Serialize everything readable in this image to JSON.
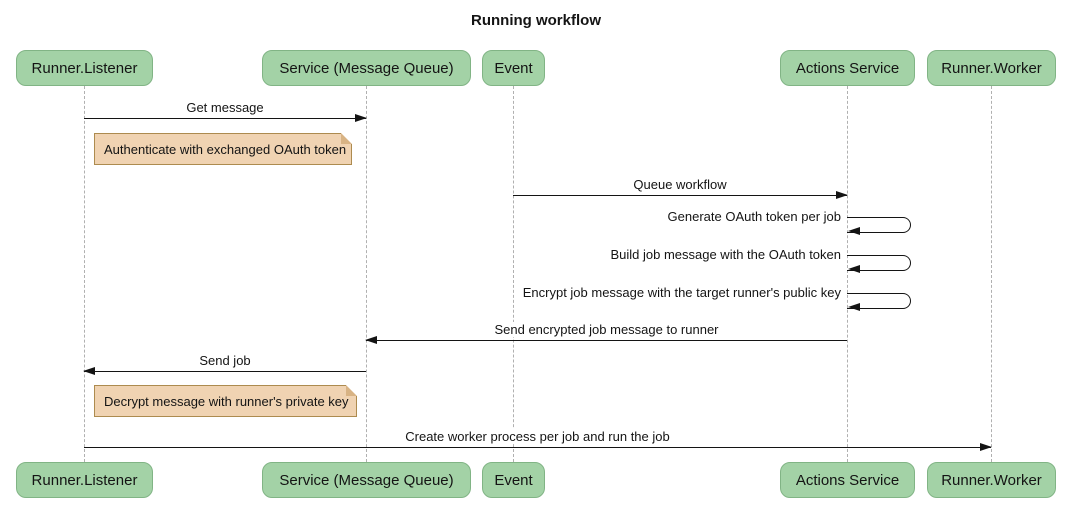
{
  "title": "Running workflow",
  "diagram": {
    "type": "sequence",
    "colors": {
      "actor_fill": "#a3d2a6",
      "actor_border": "#81b485",
      "note_fill": "#f0d3b2",
      "note_border": "#ad8b4f",
      "arrow": "#141414",
      "lifeline": "#b0b0b0"
    }
  },
  "actors": [
    {
      "label": "Runner.Listener"
    },
    {
      "label": "Service (Message Queue)"
    },
    {
      "label": "Event"
    },
    {
      "label": "Actions Service"
    },
    {
      "label": "Runner.Worker"
    }
  ],
  "messages": [
    {
      "label": "Get message",
      "from": "Runner.Listener",
      "to": "Service (Message Queue)",
      "self": false
    },
    {
      "label": "Queue workflow",
      "from": "Event",
      "to": "Actions Service",
      "self": false
    },
    {
      "label": "Generate OAuth token per job",
      "from": "Actions Service",
      "to": "Actions Service",
      "self": true
    },
    {
      "label": "Build job message with the OAuth token",
      "from": "Actions Service",
      "to": "Actions Service",
      "self": true
    },
    {
      "label": "Encrypt job message with the target runner's public key",
      "from": "Actions Service",
      "to": "Actions Service",
      "self": true
    },
    {
      "label": "Send encrypted job message to runner",
      "from": "Actions Service",
      "to": "Service (Message Queue)",
      "self": false
    },
    {
      "label": "Send job",
      "from": "Service (Message Queue)",
      "to": "Runner.Listener",
      "self": false
    },
    {
      "label": "Create worker process per job and run the job",
      "from": "Runner.Listener",
      "to": "Runner.Worker",
      "self": false
    }
  ],
  "notes": [
    {
      "text": "Authenticate with exchanged OAuth token",
      "over": "Runner.Listener"
    },
    {
      "text": "Decrypt message with runner's private key",
      "over": "Runner.Listener"
    }
  ]
}
